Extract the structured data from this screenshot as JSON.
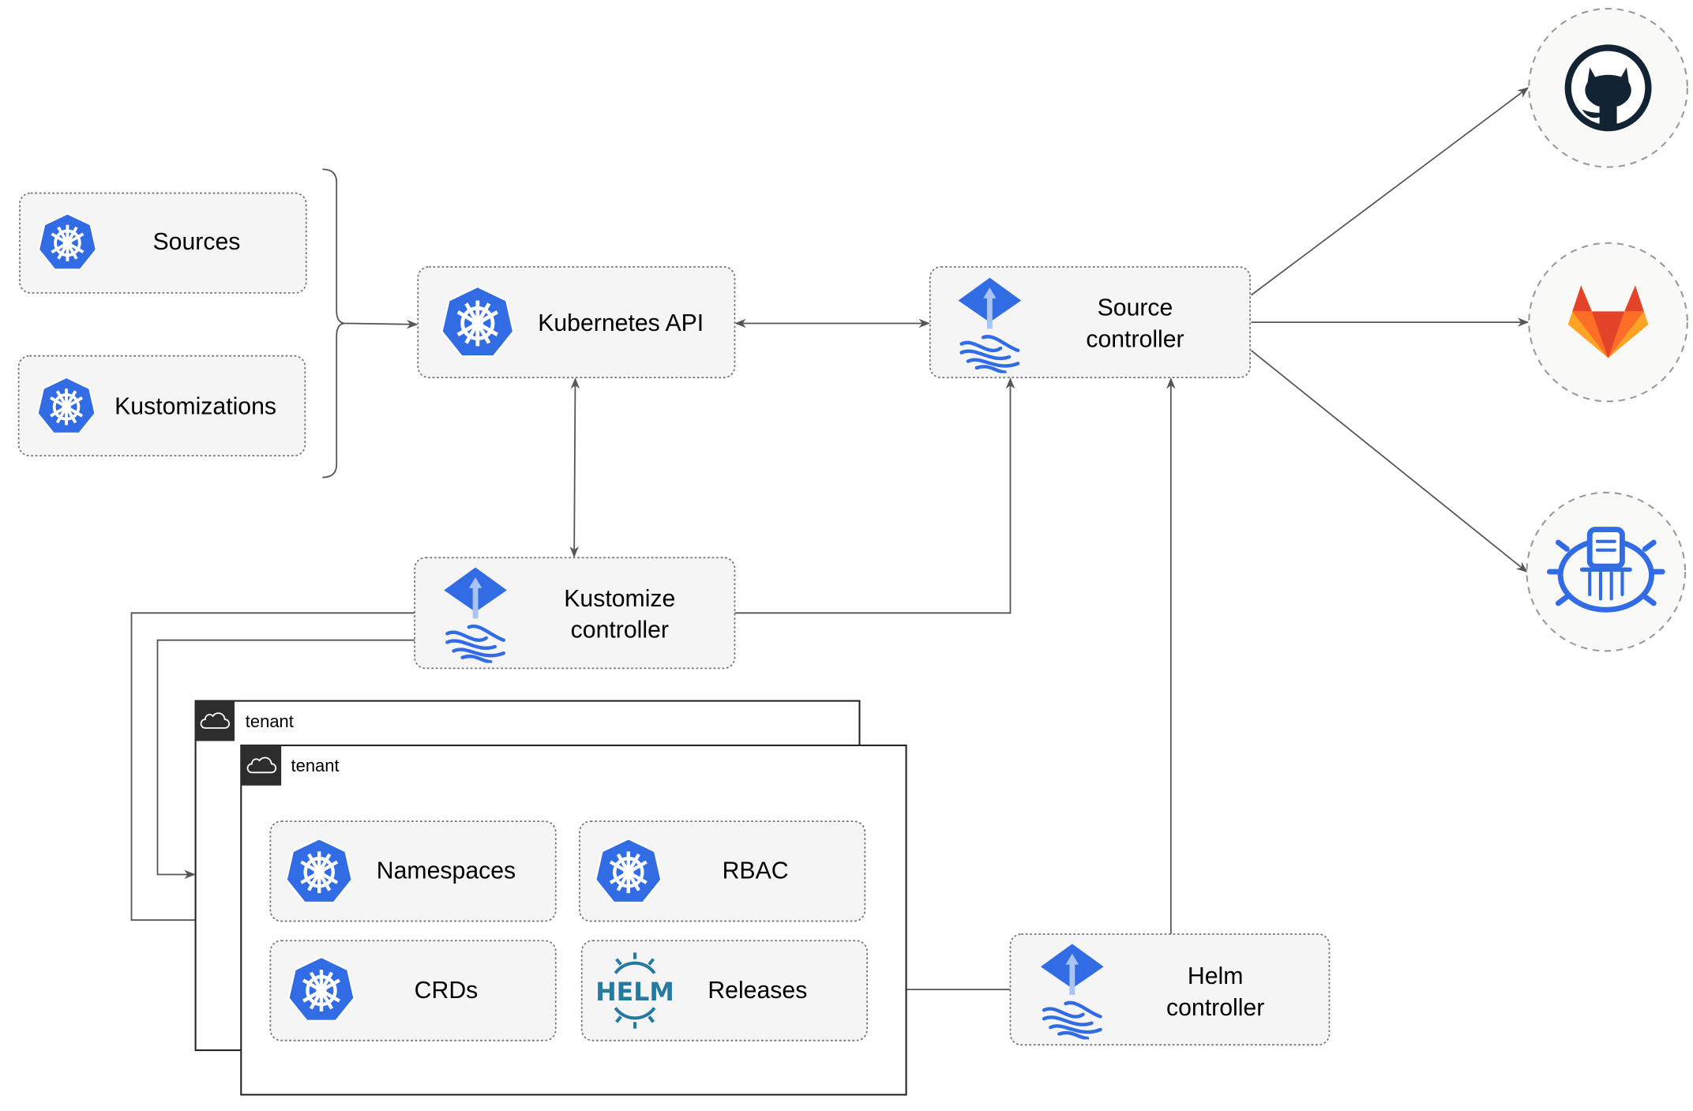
{
  "inputs": {
    "sources": "Sources",
    "kustomizations": "Kustomizations"
  },
  "kubernetes_api": "Kubernetes API",
  "source_controller": {
    "line1": "Source",
    "line2": "controller"
  },
  "kustomize_controller": {
    "line1": "Kustomize",
    "line2": "controller"
  },
  "helm_controller": {
    "line1": "Helm",
    "line2": "controller"
  },
  "tenants": [
    {
      "label": "tenant"
    },
    {
      "label": "tenant"
    }
  ],
  "tenant_resources": {
    "namespaces": "Namespaces",
    "rbac": "RBAC",
    "crds": "CRDs",
    "releases": "Releases"
  },
  "helm_logo_text": "HELM",
  "external_sources": [
    {
      "name": "github",
      "icon": "github-icon"
    },
    {
      "name": "gitlab",
      "icon": "gitlab-icon"
    },
    {
      "name": "helm-repository",
      "icon": "helm-repository-icon"
    }
  ],
  "colors": {
    "kubernetes_blue": "#326ce5",
    "flux_blue": "#326ce5",
    "helm_blue": "#277a9f",
    "github_dark": "#122333",
    "gitlab_orange": "#e24329",
    "gitlab_yellow": "#fca326"
  }
}
